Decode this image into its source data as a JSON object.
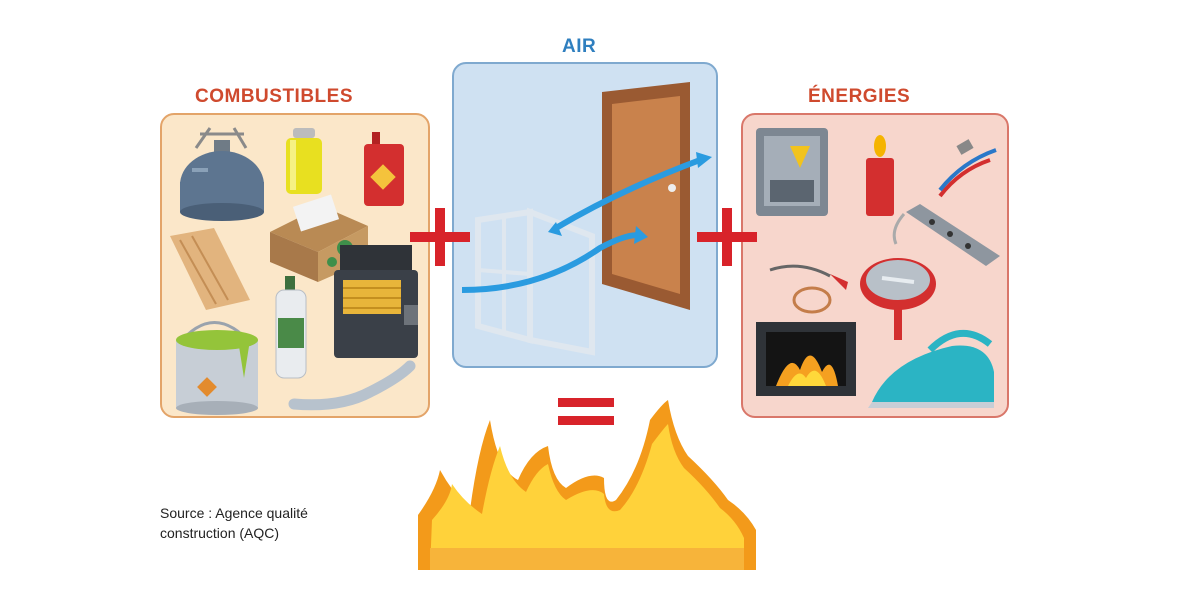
{
  "panels": {
    "combustibles": {
      "title": "COMBUSTIBLES"
    },
    "air": {
      "title": "AIR"
    },
    "energies": {
      "title": "ÉNERGIES"
    }
  },
  "operators": {
    "plus": "+",
    "equals": "="
  },
  "source": {
    "line1": "Source : Agence qualité",
    "line2": "construction (AQC)"
  },
  "colors": {
    "title_red": "#cf4a2e",
    "title_blue": "#2f7fbf",
    "combustibles_bg": "#fbe7c9",
    "air_bg": "#cfe1f2",
    "energies_bg": "#f7d6cc",
    "operator_red": "#d8232a",
    "flame_yellow": "#ffd23a",
    "flame_orange": "#f39a1a"
  }
}
